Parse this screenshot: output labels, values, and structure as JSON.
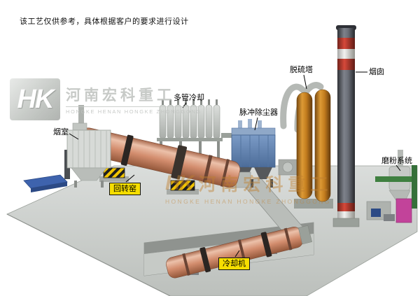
{
  "page": {
    "disclaimer": "该工艺仅供参考，具体根据客户的要求进行设计"
  },
  "watermark": {
    "logo_text": "HK",
    "company_cn": "河南宏科重工",
    "company_en": "HONGKE HENAN HONGKE ZHONGGONG"
  },
  "labels": {
    "smoke_chamber": "烟室",
    "multi_tube_cooler": "多管冷却",
    "pulse_dust_collector": "脉冲除尘器",
    "desulfurization_tower": "脱硫塔",
    "chimney": "烟囱",
    "grinding_system": "磨粉系统",
    "rotary_kiln": "回转窑",
    "cooling_machine": "冷却机"
  },
  "colors": {
    "accent_yellow": "#f6de00",
    "kiln_salmon": "#d79179",
    "collector_blue": "#6487b5",
    "tower_orange": "#c27c1e",
    "chimney_red": "#c13a2e",
    "platform_gray": "#c6c9c6",
    "pad_blue": "#3e63ad",
    "watermark_orange": "#c08030"
  }
}
